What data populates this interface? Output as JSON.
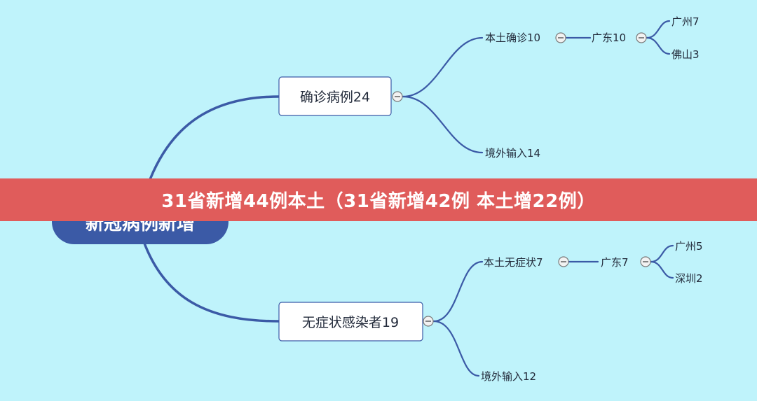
{
  "banner": {
    "title": "31省新增44例本土（31省新增42例 本土增22例）"
  },
  "colors": {
    "background": "#bff3fb",
    "connector": "#3b5aa6",
    "root_fill": "#3b5aa6",
    "banner": "#e05c5b"
  },
  "mindmap": {
    "root": {
      "label": "新冠病例新增"
    },
    "confirmed": {
      "label": "确诊病例24",
      "local": {
        "label": "本土确诊10",
        "province": {
          "label": "广东10",
          "cities": [
            "广州7",
            "佛山3"
          ]
        }
      },
      "imported": {
        "label": "境外输入14"
      }
    },
    "asymptomatic": {
      "label": "无症状感染者19",
      "local": {
        "label": "本土无症状7",
        "province": {
          "label": "广东7",
          "cities": [
            "广州5",
            "深圳2"
          ]
        }
      },
      "imported": {
        "label": "境外输入12"
      }
    }
  }
}
